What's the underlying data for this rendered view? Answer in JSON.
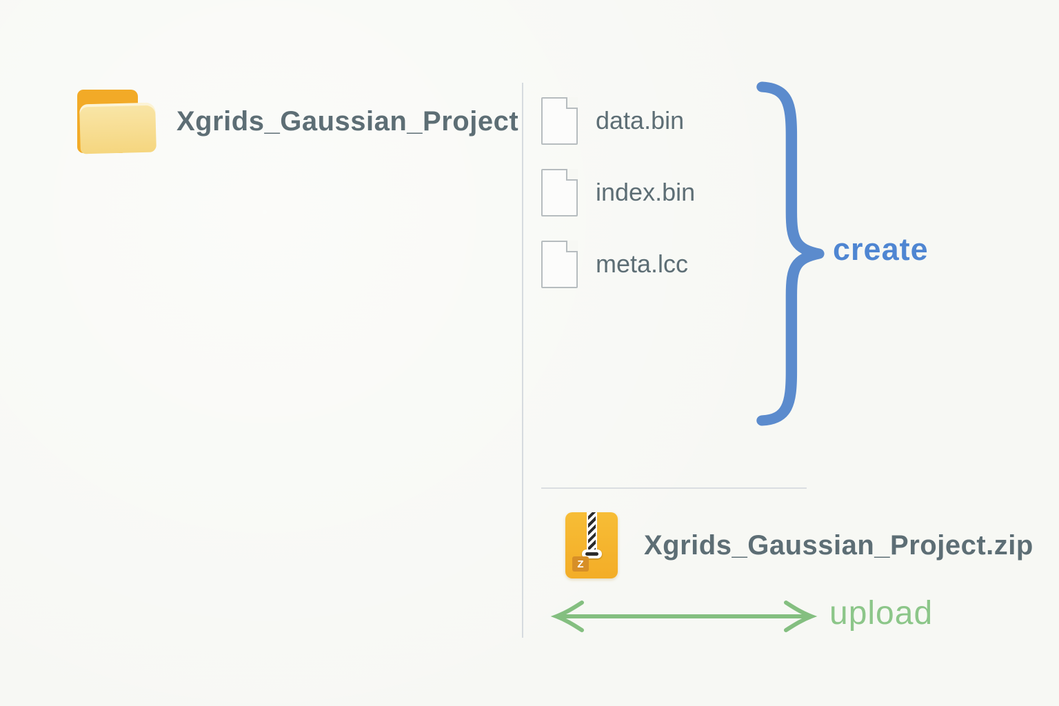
{
  "canvas": {
    "background": "#f7f8f4"
  },
  "source_folder": {
    "label": "Xgrids_Gaussian_Project"
  },
  "file_list": {
    "items": [
      {
        "name": "data.bin"
      },
      {
        "name": "index.bin"
      },
      {
        "name": "meta.lcc"
      }
    ]
  },
  "create_annotation": {
    "label": "create",
    "color": "#4f86d2",
    "brace_color": "#5b8bcd"
  },
  "zip_file": {
    "label": "Xgrids_Gaussian_Project.zip",
    "badge": "Z"
  },
  "upload_annotation": {
    "label": "upload",
    "color": "#8cc689",
    "arrow_color": "#84bf80"
  },
  "colors": {
    "text_gray": "#5d6e75",
    "divider": "#d6dbdf",
    "folder_back": "#f2aa27",
    "folder_front": "#f7dd92",
    "zip_orange": "#f3ad27",
    "zip_badge_orange": "#d78f27"
  }
}
